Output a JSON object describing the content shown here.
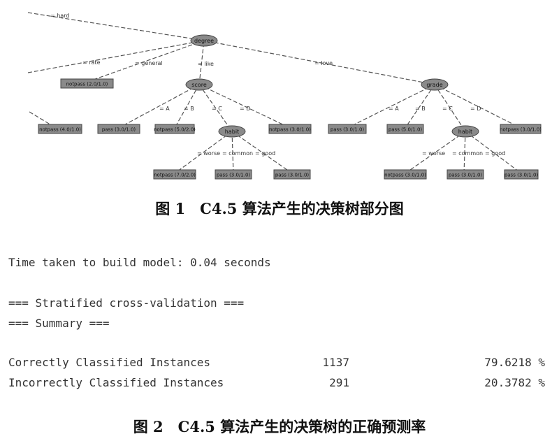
{
  "figure1": {
    "caption": "图 1　C4.5 算法产生的决策树部分图",
    "root": "degree",
    "root_edges": {
      "hard": "= hard",
      "rate": "= rate",
      "general": "= general",
      "like": "= like",
      "love": "= love"
    },
    "general_leaf": "notpass (2.0/1.0)",
    "left_partial_leaf": "notpass (4.0/1.0)",
    "score_node": "score",
    "grade_node": "grade",
    "edges_abcd": [
      "= A",
      "= B",
      "= C",
      "= D"
    ],
    "score_leaves": [
      "pass (3.0/1.0)",
      "notpass (5.0/2.0)",
      "notpass (3.0/1.0)"
    ],
    "grade_leaves": [
      "pass (3.0/1.0)",
      "pass (5.0/1.0)",
      "notpass (3.0/1.0)"
    ],
    "habit_node": "habit",
    "habit_edges": [
      "= worse",
      "= common",
      "= good"
    ],
    "habit1_leaves": [
      "notpass (7.0/2.0)",
      "pass (3.0/1.0)",
      "pass (3.0/1.0)"
    ],
    "habit2_leaves": [
      "notpass (3.0/1.0)",
      "pass (3.0/1.0)",
      "pass (3.0/1.0)"
    ]
  },
  "figure2": {
    "caption": "图 2　C4.5 算法产生的决策树的正确预测率",
    "time_line": "Time taken to build model: 0.04 seconds",
    "cv_line": "=== Stratified cross-validation ===",
    "summary_line": "=== Summary ===",
    "rows": [
      {
        "label": "Correctly Classified Instances",
        "count": "1137",
        "percent": "79.6218 %"
      },
      {
        "label": "Incorrectly Classified Instances",
        "count": "291",
        "percent": "20.3782 %"
      }
    ]
  }
}
